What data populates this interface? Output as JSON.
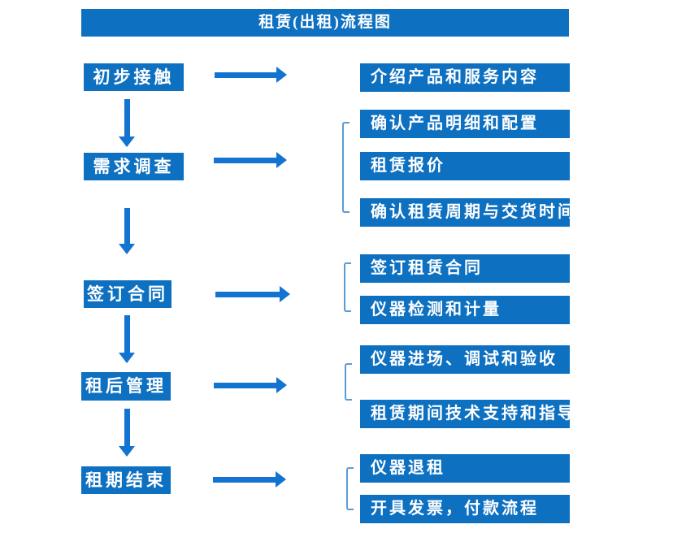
{
  "title": "租赁(出租)流程图",
  "colors": {
    "box_blue": "#0E70C0",
    "arrow_blue": "#1274D0",
    "bracket_blue": "#5B9BD5",
    "text_white": "#FFFFFF",
    "background": "#FFFFFF"
  },
  "steps": [
    {
      "label": "初步接触"
    },
    {
      "label": "需求调查"
    },
    {
      "label": "签订合同"
    },
    {
      "label": "租后管理"
    },
    {
      "label": "租期结束"
    }
  ],
  "details": [
    {
      "label": "介绍产品和服务内容"
    },
    {
      "label": "确认产品明细和配置"
    },
    {
      "label": "租赁报价"
    },
    {
      "label": "确认租赁周期与交货时间"
    },
    {
      "label": "签订租赁合同"
    },
    {
      "label": "仪器检测和计量"
    },
    {
      "label": "仪器进场、调试和验收"
    },
    {
      "label": "租赁期间技术支持和指导"
    },
    {
      "label": "仪器退租"
    },
    {
      "label": "开具发票，付款流程"
    }
  ]
}
